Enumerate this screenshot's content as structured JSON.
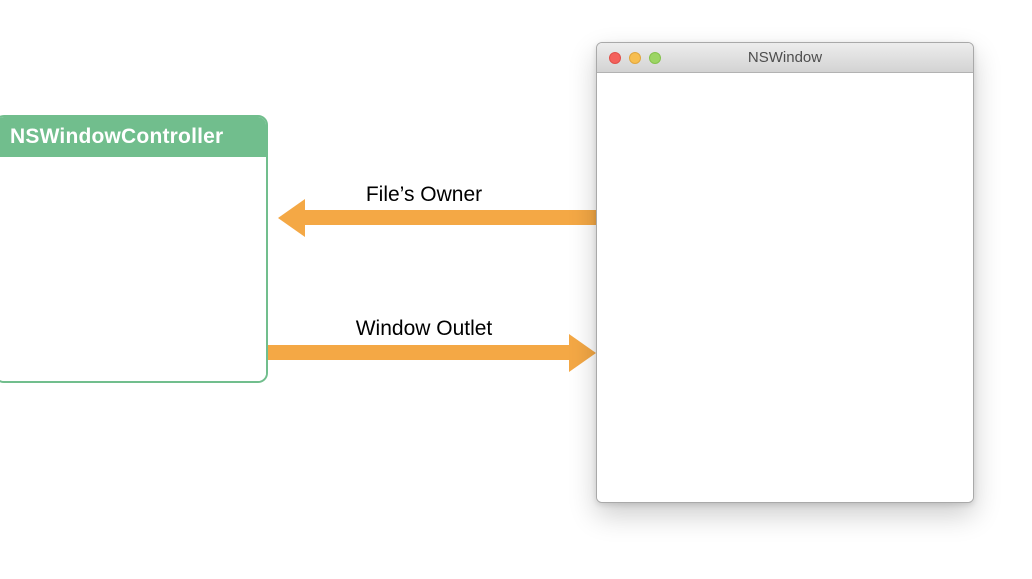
{
  "controller": {
    "title": "NSWindowController"
  },
  "window": {
    "title": "NSWindow",
    "traffic_lights": [
      "close",
      "minimize",
      "zoom"
    ]
  },
  "arrows": [
    {
      "label": "File’s Owner",
      "direction": "left",
      "from": "NSWindow",
      "to": "NSWindowController"
    },
    {
      "label": "Window Outlet",
      "direction": "right",
      "from": "NSWindowController",
      "to": "NSWindow"
    }
  ],
  "colors": {
    "header_green": "#71BE8D",
    "arrow_orange": "#F4A845",
    "traffic_red": "#F4615C",
    "traffic_yellow": "#F7BE50",
    "traffic_green": "#9CD564",
    "titlebar_text": "#4E4E4E"
  }
}
